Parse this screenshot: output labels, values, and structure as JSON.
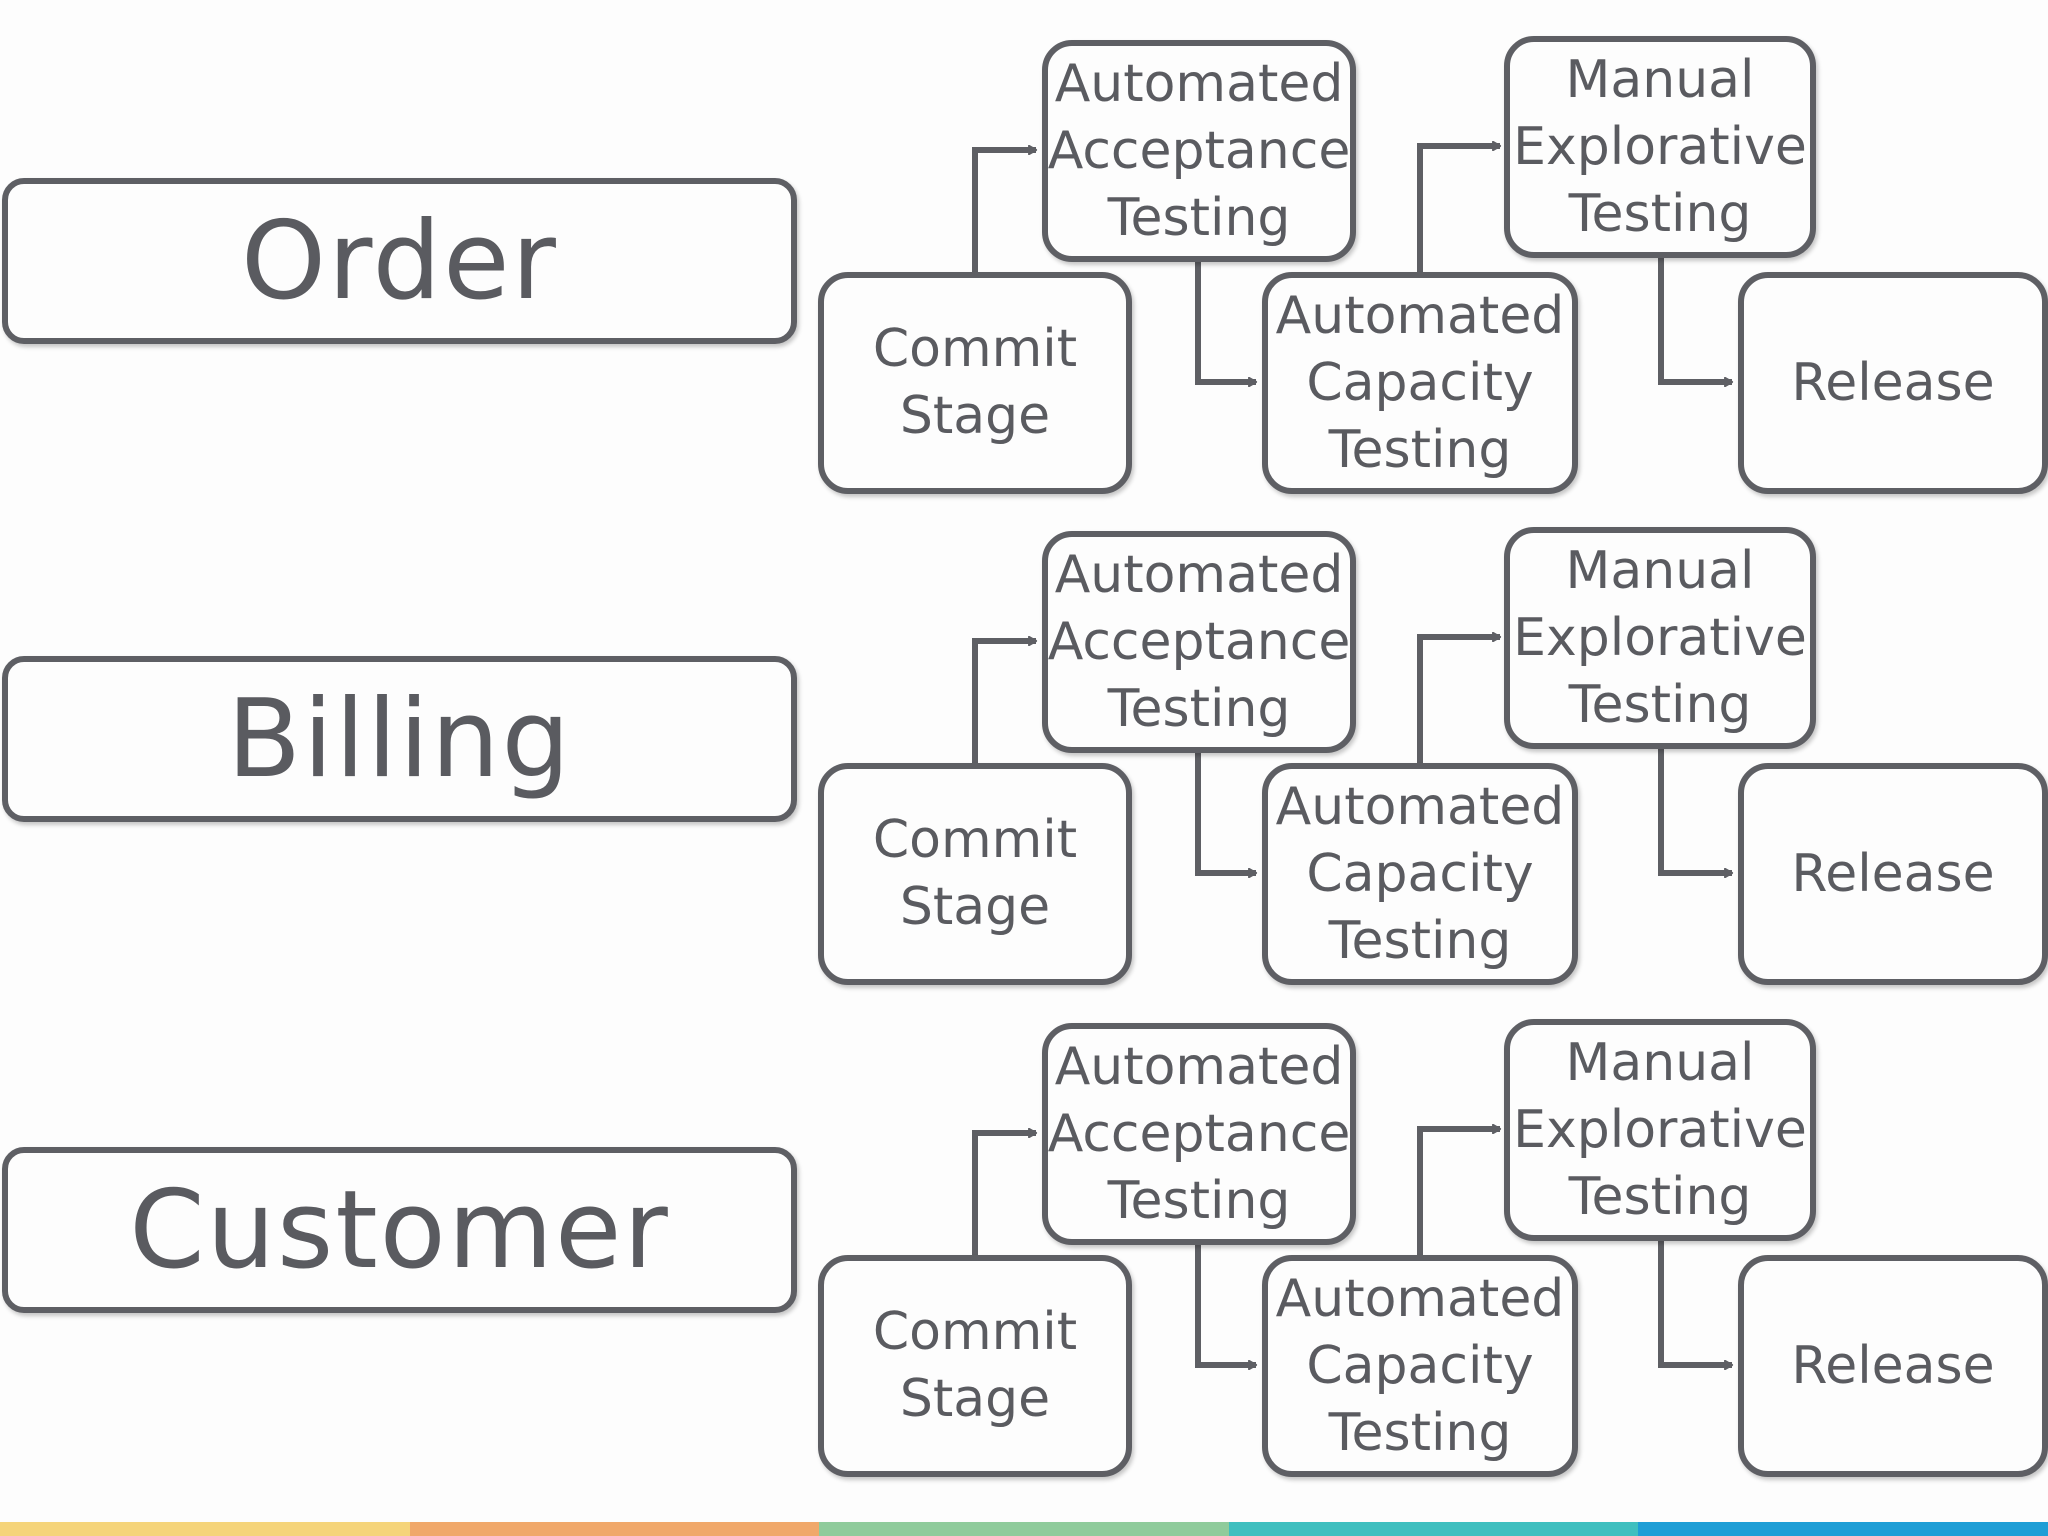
{
  "lanes": [
    {
      "label": "Order",
      "stages": {
        "commit": "Commit\nStage",
        "acceptance": "Automated\nAcceptance\nTesting",
        "capacity": "Automated\nCapacity\nTesting",
        "manual": "Manual\nExplorative\nTesting",
        "release": "Release"
      }
    },
    {
      "label": "Billing",
      "stages": {
        "commit": "Commit\nStage",
        "acceptance": "Automated\nAcceptance\nTesting",
        "capacity": "Automated\nCapacity\nTesting",
        "manual": "Manual\nExplorative\nTesting",
        "release": "Release"
      }
    },
    {
      "label": "Customer",
      "stages": {
        "commit": "Commit\nStage",
        "acceptance": "Automated\nAcceptance\nTesting",
        "capacity": "Automated\nCapacity\nTesting",
        "manual": "Manual\nExplorative\nTesting",
        "release": "Release"
      }
    }
  ],
  "colors": {
    "stroke": "#5e5f64",
    "text": "#5a5b60",
    "footer": [
      "#f5d47a",
      "#f0a86a",
      "#8fcb9b",
      "#3fbfbf",
      "#1f9ed6"
    ]
  }
}
